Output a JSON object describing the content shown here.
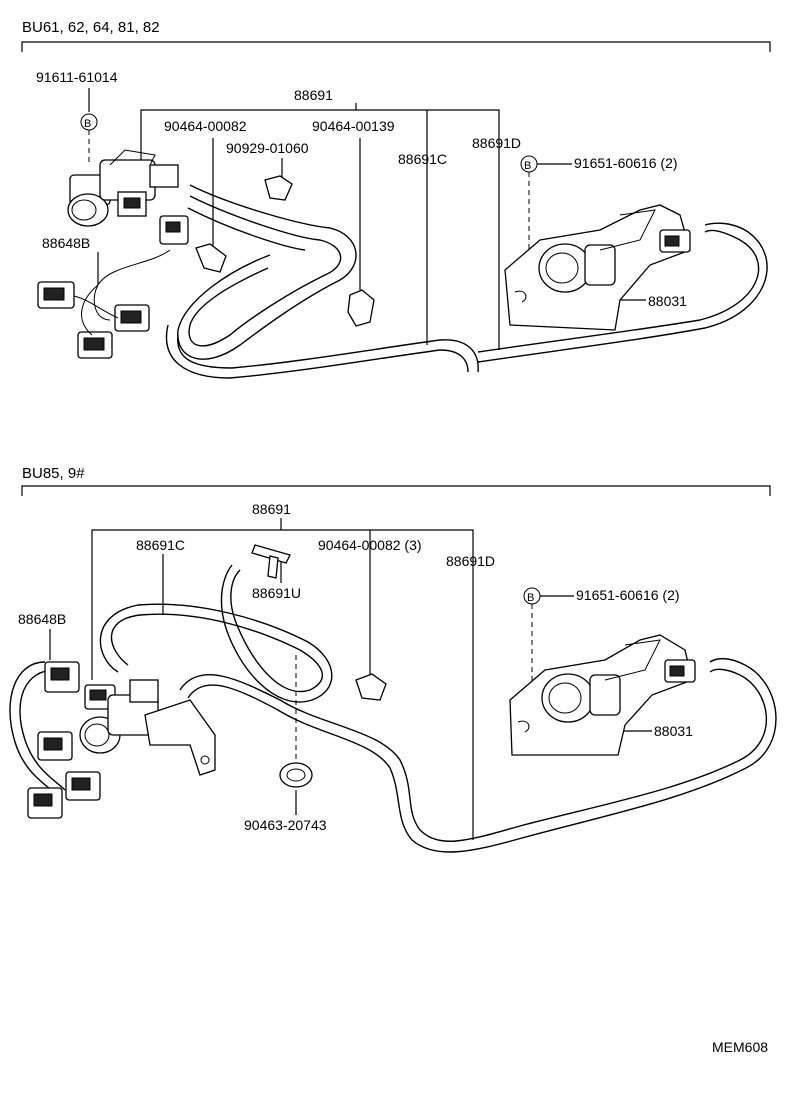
{
  "sections": [
    {
      "header": "BU61, 62, 64, 81, 82",
      "labels": {
        "p91611": "91611-61014",
        "p88691": "88691",
        "p90464a": "90464-00082",
        "p90464b": "90464-00139",
        "p90929": "90929-01060",
        "p88691c": "88691C",
        "p88691d": "88691D",
        "p91651": "91651-60616 (2)",
        "p88648b": "88648B",
        "p88031": "88031",
        "b1": "B",
        "b2": "B"
      }
    },
    {
      "header": "BU85, 9#",
      "labels": {
        "p88691": "88691",
        "p88691c": "88691C",
        "p90464": "90464-00082 (3)",
        "p88691d": "88691D",
        "p88691u": "88691U",
        "p88648b": "88648B",
        "p91651": "91651-60616 (2)",
        "p88031": "88031",
        "p90463": "90463-20743",
        "b1": "B"
      }
    }
  ],
  "footer_code": "MEM608",
  "icons": [
    "solenoid-valve-icon",
    "actuator-icon",
    "connector-icon",
    "clamp-icon",
    "bolt-marker-icon"
  ]
}
